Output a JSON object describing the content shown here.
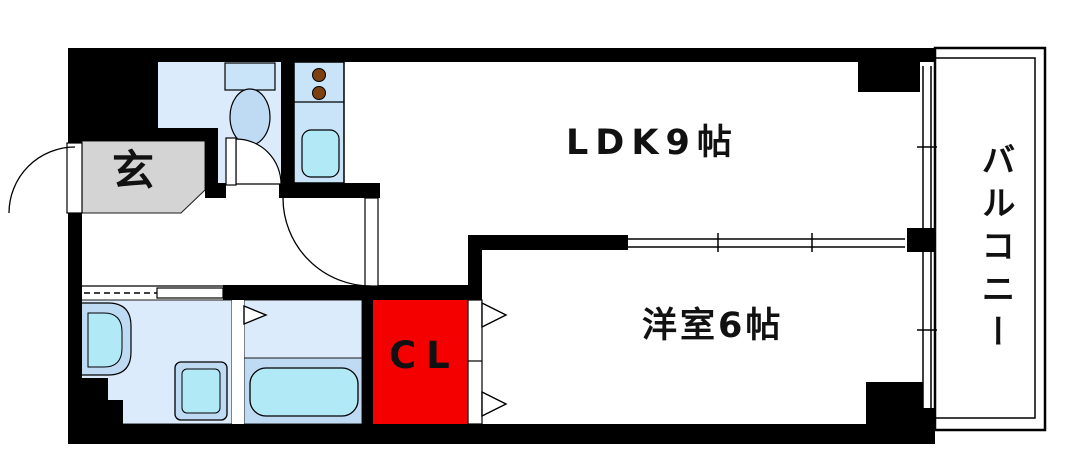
{
  "plan_type": "apartment floor plan",
  "rooms": {
    "entrance": {
      "label": "玄"
    },
    "ldk": {
      "label": "LDK9帖"
    },
    "western_room": {
      "label": "洋室6帖"
    },
    "closet": {
      "label": "CL"
    },
    "balcony": {
      "label": "バルコニー"
    }
  },
  "fixtures": {
    "toilet": "toilet-icon",
    "stove": "stove-burners-icon",
    "kitchen_sink": "kitchen-sink-icon",
    "vanity": "vanity-sink-icon",
    "washing_machine": "washing-machine-pan-icon",
    "bathtub": "bathtub-icon"
  },
  "colors": {
    "wall": "#000000",
    "room_blue": "#dcebfb",
    "fixture_blue": "#bfdaf3",
    "fixture_cyan": "#b2e9f7",
    "kitchen_blue": "#c9e3f8",
    "entrance_gray": "#d4d4d4",
    "closet_red": "#f40000",
    "burner_brown": "#7c4012",
    "text": "#111111",
    "background": "#ffffff"
  }
}
